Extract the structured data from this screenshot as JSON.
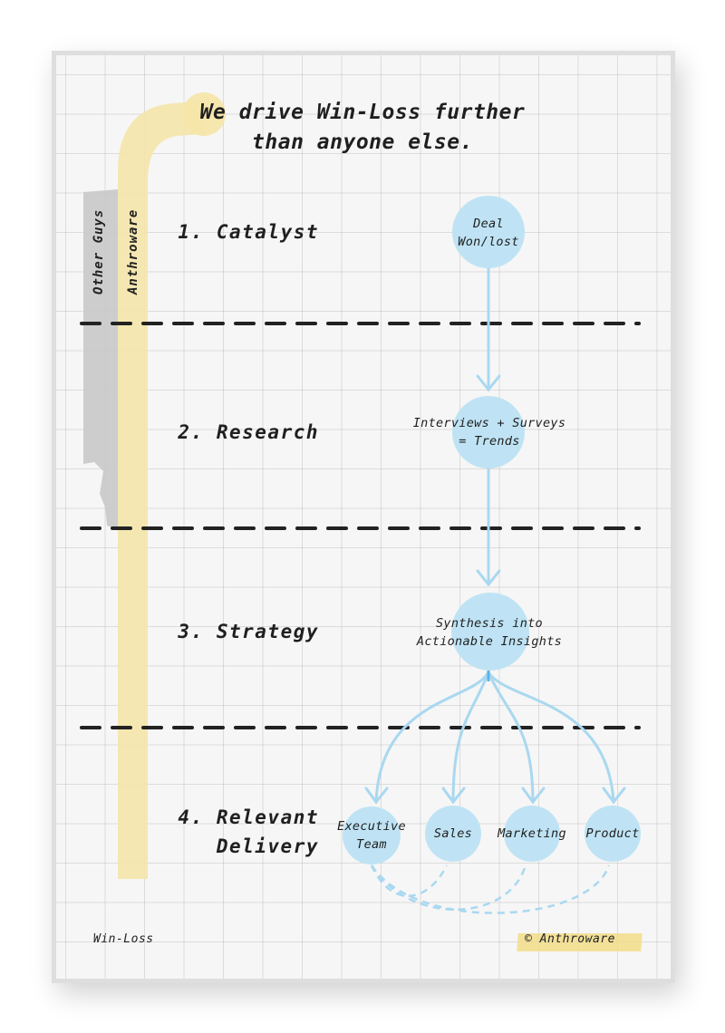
{
  "title": {
    "line1": "We drive Win-Loss further",
    "line2": "than anyone else."
  },
  "comparison_bars": {
    "other": {
      "label": "Other Guys",
      "color": "#c8c8c8"
    },
    "ours": {
      "label": "Anthroware",
      "color": "#f4e4a6"
    }
  },
  "stages": [
    {
      "label": "1. Catalyst"
    },
    {
      "label": "2. Research"
    },
    {
      "label": "3. Strategy"
    },
    {
      "label_line1": "4. Relevant",
      "label_line2": "Delivery"
    }
  ],
  "nodes": {
    "catalyst": {
      "line1": "Deal",
      "line2": "Won/lost"
    },
    "research": {
      "line1": "Interviews + Surveys",
      "line2": "= Trends"
    },
    "strategy": {
      "line1": "Synthesis into",
      "line2": "Actionable Insights"
    },
    "delivery": [
      {
        "line1": "Executive",
        "line2": "Team"
      },
      {
        "line1": "Sales"
      },
      {
        "line1": "Marketing"
      },
      {
        "line1": "Product"
      }
    ]
  },
  "colors": {
    "node_fill": "#bfe3f4",
    "arrow": "#a9d8f0",
    "divider": "#222222",
    "highlight": "#f4e4a6"
  },
  "footer": {
    "left": "Win-Loss",
    "right": "© Anthroware"
  }
}
